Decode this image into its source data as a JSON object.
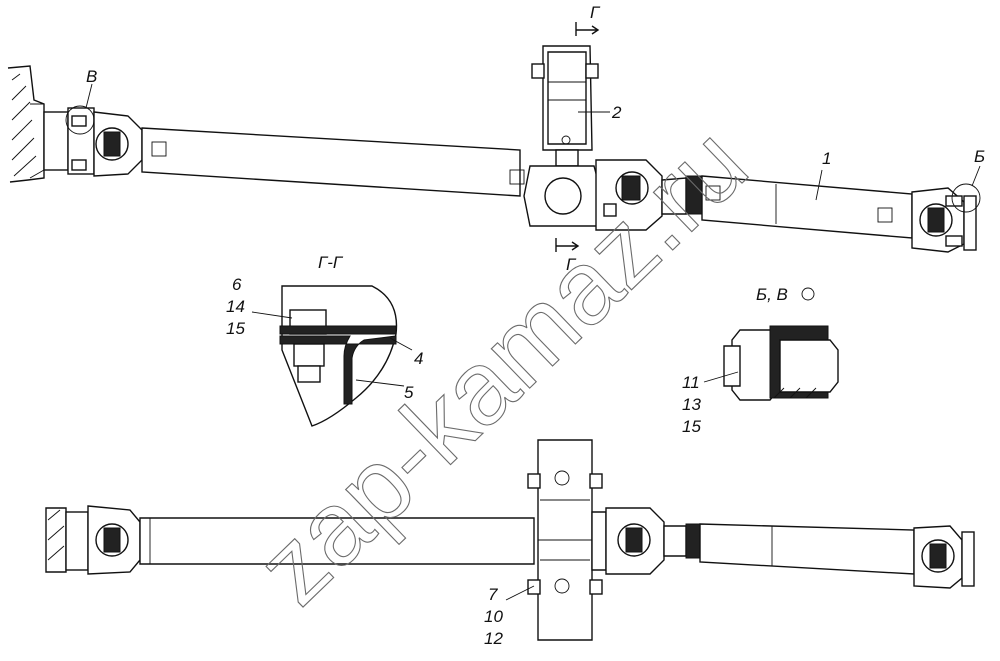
{
  "watermark": "zap-kamaz.ru",
  "section_title": "Г-Г",
  "section_marker_top": "Г",
  "section_marker_bottom": "Г",
  "detail_title": "Б, В",
  "callout_left_end": "В",
  "callout_right_end": "Б",
  "part_1": "1",
  "part_2": "2",
  "section_labels": [
    "6",
    "14",
    "15"
  ],
  "section_label_4": "4",
  "section_label_5": "5",
  "detail_labels": [
    "11",
    "13",
    "15"
  ],
  "bottom_labels": [
    "7",
    "10",
    "12"
  ]
}
